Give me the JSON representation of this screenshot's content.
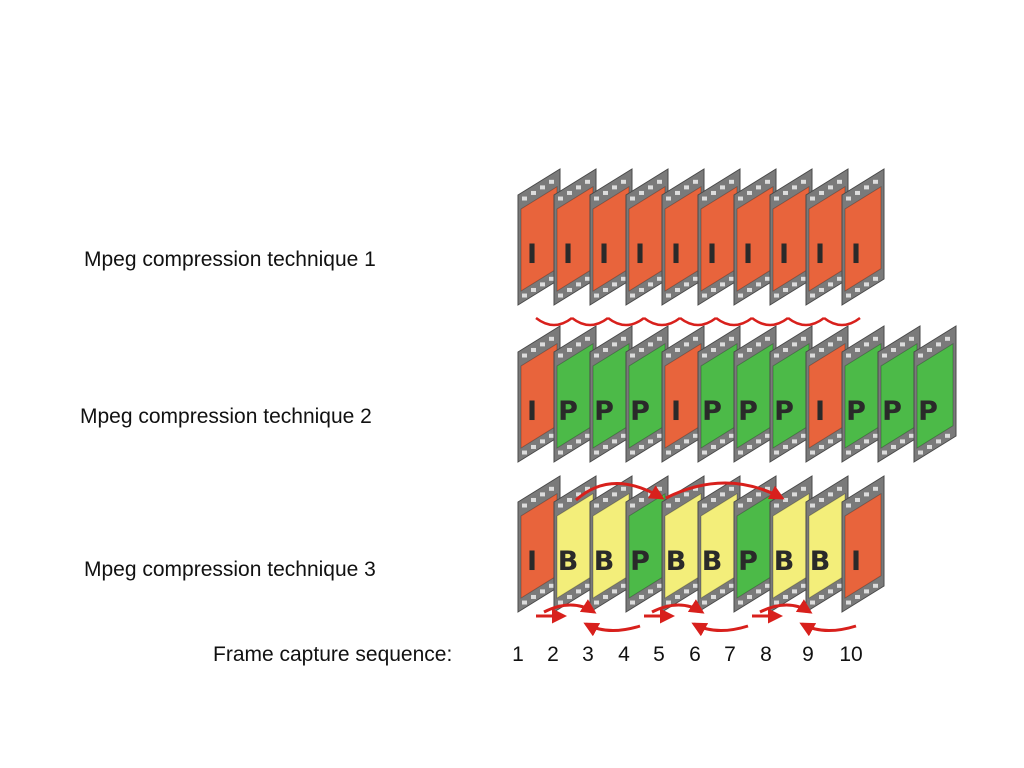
{
  "rows": [
    {
      "label": "Mpeg compression technique 1",
      "frames": [
        "I",
        "I",
        "I",
        "I",
        "I",
        "I",
        "I",
        "I",
        "I",
        "I"
      ]
    },
    {
      "label": "Mpeg compression technique 2",
      "frames": [
        "I",
        "P",
        "P",
        "P",
        "I",
        "P",
        "P",
        "P",
        "I",
        "P",
        "P",
        "P"
      ]
    },
    {
      "label": "Mpeg compression technique 3",
      "frames": [
        "I",
        "B",
        "B",
        "P",
        "B",
        "B",
        "P",
        "B",
        "B",
        "I"
      ]
    }
  ],
  "sequence": {
    "label": "Frame capture sequence:",
    "numbers": [
      "1",
      "2",
      "3",
      "4",
      "5",
      "6",
      "7",
      "8",
      "9",
      "10"
    ]
  },
  "colors": {
    "I": "#e8643c",
    "P": "#4cba48",
    "B": "#f3ee7a",
    "film": "#7a7a7a",
    "arrow": "#d8201c",
    "text": "#111111"
  }
}
